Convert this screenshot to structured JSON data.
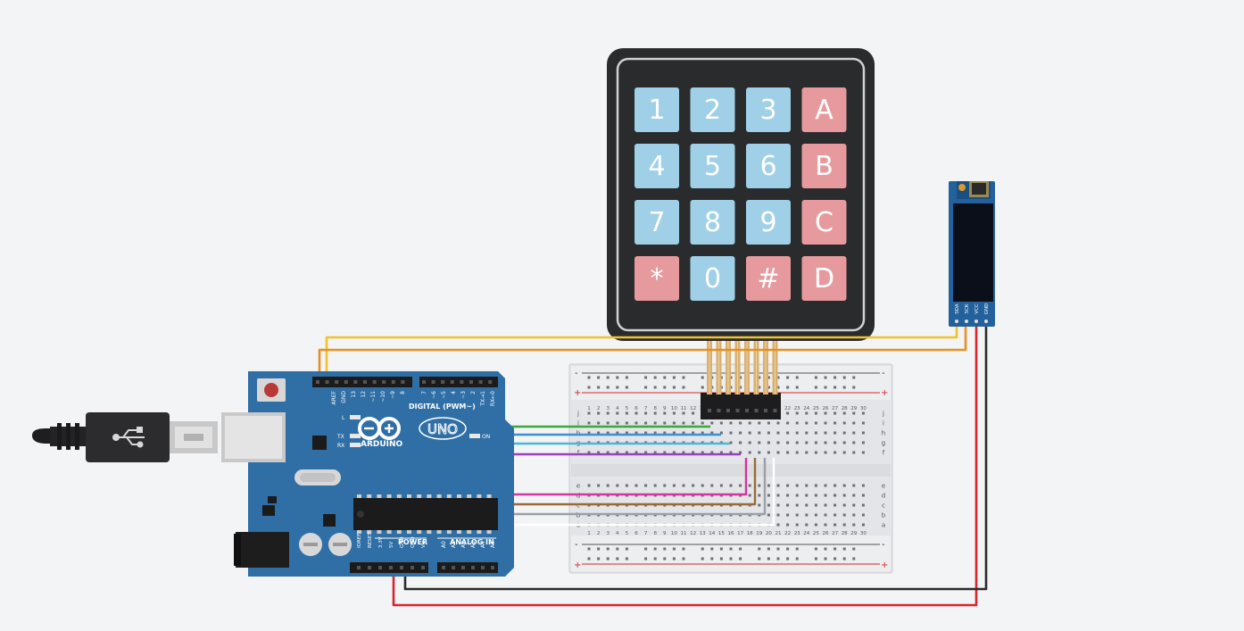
{
  "keypad": {
    "keys": [
      {
        "label": "1",
        "color": "#9fd0e8"
      },
      {
        "label": "2",
        "color": "#9fd0e8"
      },
      {
        "label": "3",
        "color": "#9fd0e8"
      },
      {
        "label": "A",
        "color": "#e79a9e"
      },
      {
        "label": "4",
        "color": "#9fd0e8"
      },
      {
        "label": "5",
        "color": "#9fd0e8"
      },
      {
        "label": "6",
        "color": "#9fd0e8"
      },
      {
        "label": "B",
        "color": "#e79a9e"
      },
      {
        "label": "7",
        "color": "#9fd0e8"
      },
      {
        "label": "8",
        "color": "#9fd0e8"
      },
      {
        "label": "9",
        "color": "#9fd0e8"
      },
      {
        "label": "C",
        "color": "#e79a9e"
      },
      {
        "label": "*",
        "color": "#e79a9e"
      },
      {
        "label": "0",
        "color": "#9fd0e8"
      },
      {
        "label": "#",
        "color": "#e79a9e"
      },
      {
        "label": "D",
        "color": "#e79a9e"
      }
    ]
  },
  "arduino": {
    "logo_text": "ARDUINO",
    "model": "UNO",
    "digital_label": "DIGITAL (PWM~)",
    "power_label": "POWER",
    "analog_label": "ANALOG IN",
    "tx_label": "TX",
    "rx_label": "RX",
    "l_label": "L",
    "on_label": "ON",
    "top_pins": [
      "AREF",
      "GND",
      "13",
      "12",
      "~11",
      "~10",
      "~9",
      "8",
      "7",
      "~6",
      "~5",
      "4",
      "~3",
      "2",
      "TX→1",
      "RX←0"
    ],
    "power_pins": [
      "IOREF",
      "RESET",
      "3.3V",
      "5V",
      "GND",
      "GND",
      "Vin"
    ],
    "analog_pins": [
      "A0",
      "A1",
      "A2",
      "A3",
      "A4",
      "A5"
    ]
  },
  "oled": {
    "pins": [
      "SDA",
      "SCK",
      "VCC",
      "GND"
    ]
  },
  "breadboard": {
    "row_letters_top": [
      "j",
      "i",
      "h",
      "g",
      "f"
    ],
    "row_letters_bottom": [
      "e",
      "d",
      "c",
      "b",
      "a"
    ],
    "column_numbers": [
      "1",
      "2",
      "3",
      "4",
      "5",
      "6",
      "7",
      "8",
      "9",
      "10",
      "11",
      "12",
      "13",
      "14",
      "15",
      "16",
      "17",
      "18",
      "19",
      "20",
      "21",
      "22",
      "23",
      "24",
      "25",
      "26",
      "27",
      "28",
      "29",
      "30"
    ],
    "plus": "+",
    "minus": "-"
  },
  "colors": {
    "board_blue": "#2f6fa5",
    "wire_yellow": "#f2c12e",
    "wire_orange": "#e8901e",
    "wire_red": "#d8252a",
    "wire_black": "#2a2a2a",
    "wire_green": "#3aa83a",
    "wire_blue": "#3b8fd8",
    "wire_cyan": "#49b8d8",
    "wire_purple": "#9b3fc0",
    "wire_magenta": "#d2359e",
    "wire_brown": "#9a6a3a",
    "wire_gray": "#9aa0a6",
    "wire_white": "#ffffff"
  }
}
